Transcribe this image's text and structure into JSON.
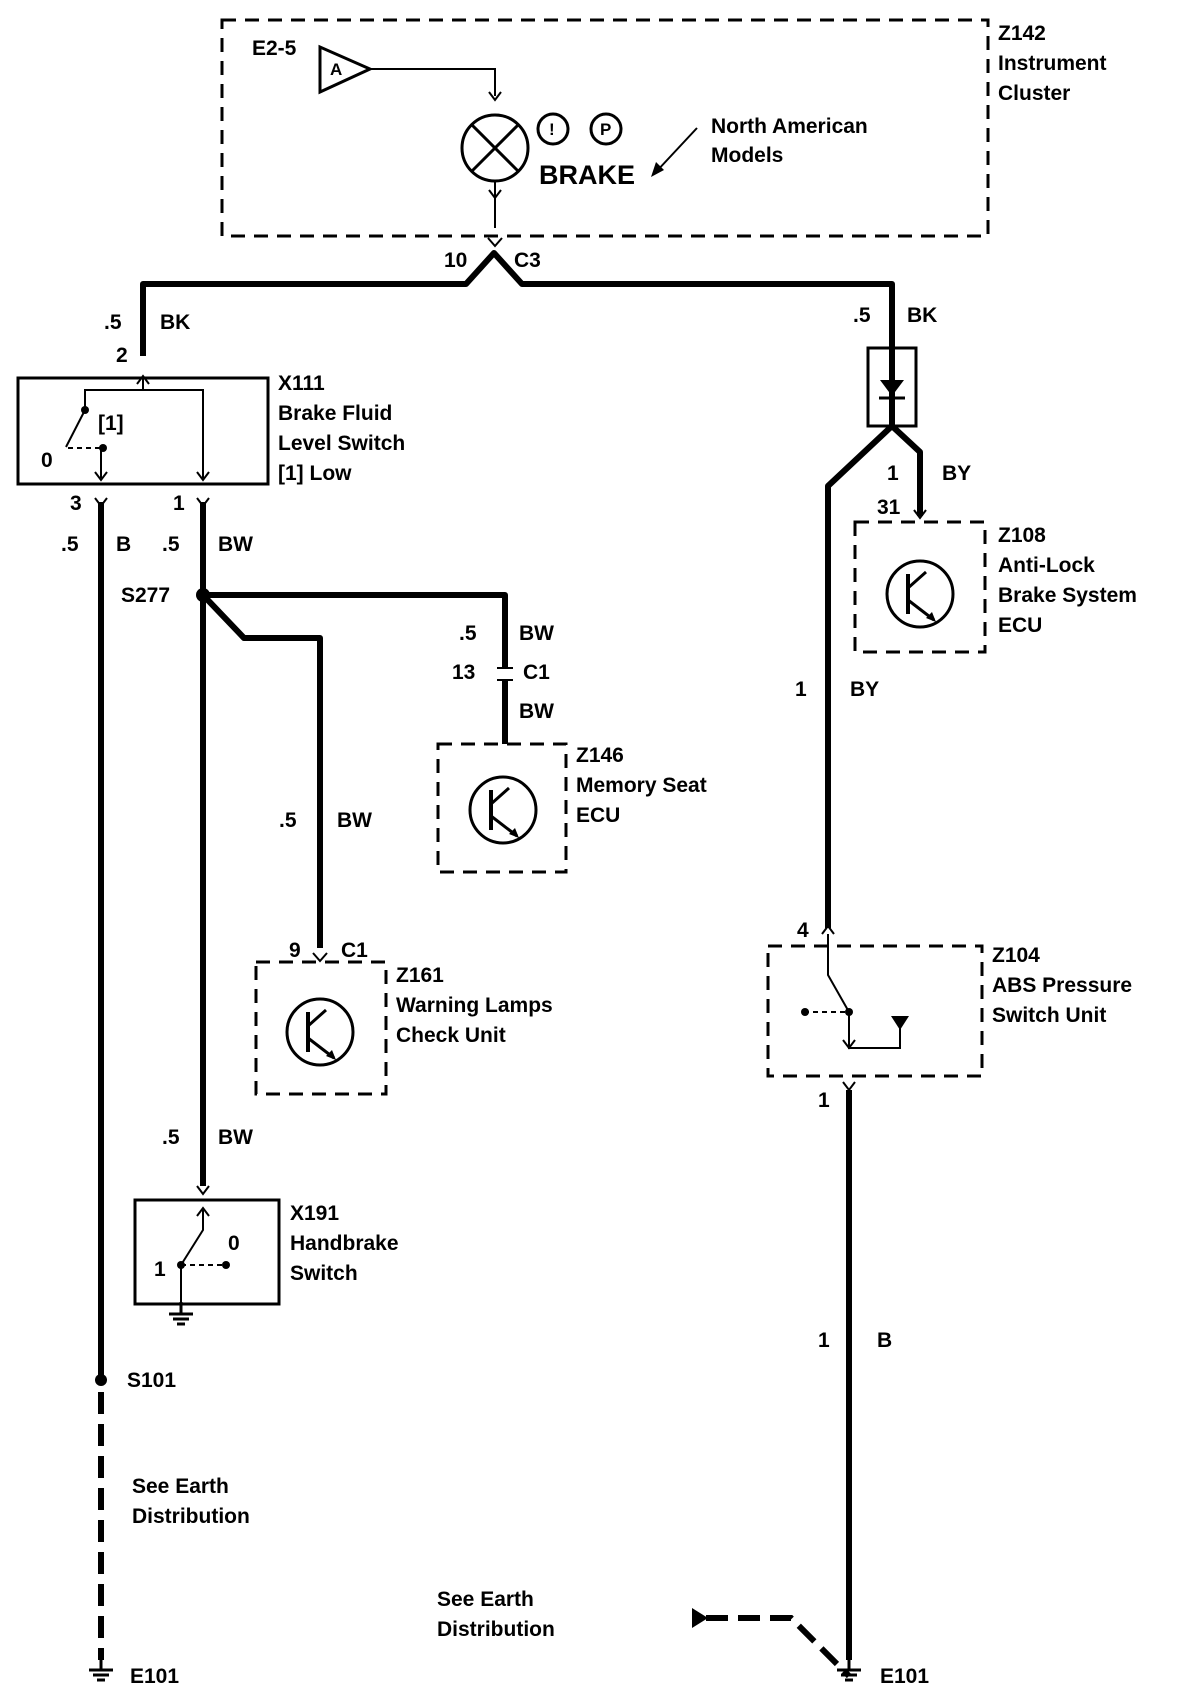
{
  "components": {
    "instrument_cluster": {
      "id": "Z142",
      "name_line1": "Instrument",
      "name_line2": "Cluster",
      "ref": "E2-5",
      "triangle_label": "A",
      "warning_symbol_1": "!",
      "warning_symbol_2": "P",
      "lamp_label": "BRAKE",
      "note_line1": "North American",
      "note_line2": "Models"
    },
    "brake_fluid_switch": {
      "id": "X111",
      "name_line1": "Brake Fluid",
      "name_line2": "Level Switch",
      "name_line3": "[1]  Low",
      "pos_label": "[1]",
      "pos_zero": "0"
    },
    "abs_ecu": {
      "id": "Z108",
      "name_line1": "Anti-Lock",
      "name_line2": "Brake System",
      "name_line3": "ECU"
    },
    "memory_seat_ecu": {
      "id": "Z146",
      "name_line1": "Memory Seat",
      "name_line2": "ECU"
    },
    "warning_lamps_unit": {
      "id": "Z161",
      "name_line1": "Warning Lamps",
      "name_line2": "Check Unit"
    },
    "abs_pressure_switch": {
      "id": "Z104",
      "name_line1": "ABS Pressure",
      "name_line2": "Switch Unit"
    },
    "handbrake_switch": {
      "id": "X191",
      "name_line1": "Handbrake",
      "name_line2": "Switch",
      "pos_one": "1",
      "pos_zero": "0"
    }
  },
  "connectors": {
    "c3_pin": "10",
    "c3_name": "C3",
    "x111_pin_top": "2",
    "x111_pin_left": "3",
    "x111_pin_right": "1",
    "z108_pin": "31",
    "memory_c1_pin": "13",
    "memory_c1_name": "C1",
    "warning_c1_pin": "9",
    "warning_c1_name": "C1",
    "z104_pin_top": "4",
    "z104_pin_bottom": "1"
  },
  "wires": {
    "left_top_size": ".5",
    "left_top_color": "BK",
    "right_top_size": ".5",
    "right_top_color": "BK",
    "by_size": "1",
    "by_color": "BY",
    "by2_size": "1",
    "by2_color": "BY",
    "b_left_size": ".5",
    "b_left_color": "B",
    "bw1_size": ".5",
    "bw1_color": "BW",
    "memory_bw_size": ".5",
    "memory_bw_color": "BW",
    "memory_bw_below": "BW",
    "warning_bw_size": ".5",
    "warning_bw_color": "BW",
    "handbrake_bw_size": ".5",
    "handbrake_bw_color": "BW",
    "abs_b_size": "1",
    "abs_b_color": "B"
  },
  "splices": {
    "s277": "S277",
    "s101": "S101"
  },
  "earth": {
    "note1_line1": "See Earth",
    "note1_line2": "Distribution",
    "note2_line1": "See Earth",
    "note2_line2": "Distribution",
    "ground_left": "E101",
    "ground_right": "E101"
  }
}
